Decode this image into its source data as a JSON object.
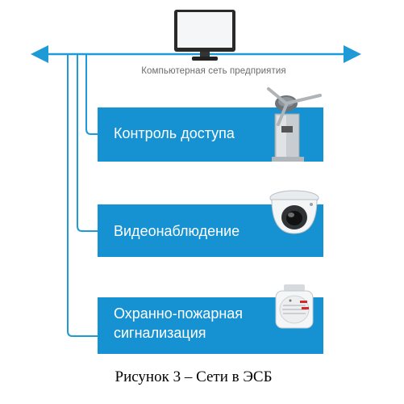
{
  "diagram": {
    "network_label": "Компьютерная сеть предприятия",
    "nodes": [
      {
        "id": "access",
        "label": "Контроль доступа",
        "icon": "turnstile-icon"
      },
      {
        "id": "video",
        "label": "Видеонаблюдение",
        "icon": "dome-camera-icon"
      },
      {
        "id": "fire",
        "label": "Охранно-пожарная сигнализация",
        "icon": "smoke-detector-icon"
      }
    ],
    "top_icon": "computer-monitor-icon",
    "colors": {
      "accent": "#1692d2",
      "line": "#1e9ad6",
      "text_on_accent": "#ffffff",
      "label_gray": "#6b6b6b"
    }
  },
  "caption": "Рисунок 3 – Сети в ЭСБ"
}
